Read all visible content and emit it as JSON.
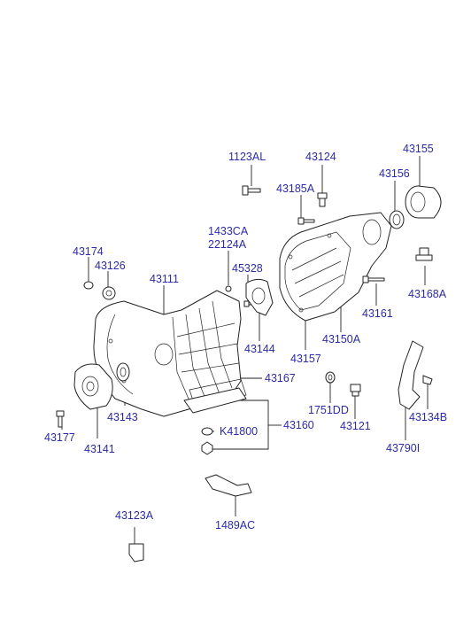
{
  "labels": {
    "p1123AL": "1123AL",
    "p43124": "43124",
    "p43155": "43155",
    "p43156": "43156",
    "p43185A": "43185A",
    "p1433CA": "1433CA",
    "p22124A": "22124A",
    "p43174": "43174",
    "p43126": "43126",
    "p45328": "45328",
    "p43111": "43111",
    "p43168A": "43168A",
    "p43161": "43161",
    "p43150A": "43150A",
    "p43144": "43144",
    "p43157": "43157",
    "p43167": "43167",
    "p1751DD": "1751DD",
    "p43121": "43121",
    "p43134B": "43134B",
    "p43143": "43143",
    "p43177": "43177",
    "p43141": "43141",
    "pK41800": "K41800",
    "p43160": "43160",
    "p43790I": "43790I",
    "p43123A": "43123A",
    "p1489AC": "1489AC"
  },
  "colors": {
    "label": "#2a2ab5",
    "line": "#222222",
    "background": "#ffffff"
  }
}
